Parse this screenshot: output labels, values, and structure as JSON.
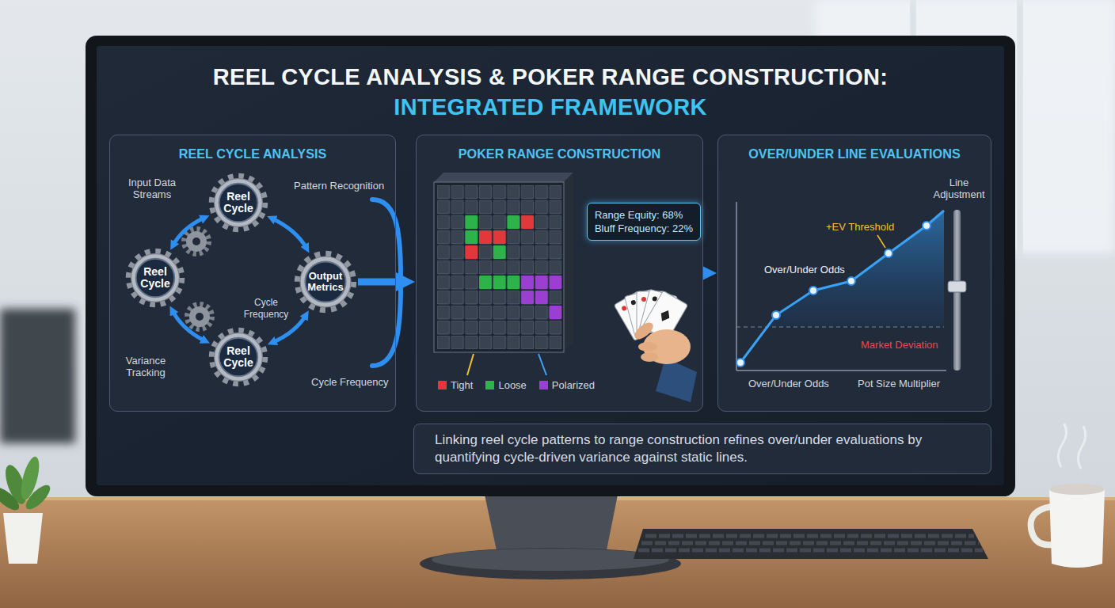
{
  "diagram": {
    "title": "REEL CYCLE ANALYSIS & POKER RANGE CONSTRUCTION: INTEGRATED FRAMEWORK",
    "caption": "Linking reel cycle patterns to range construction refines over/under evaluations by quantifying cycle-driven variance against static lines.",
    "nodes": [
      {
        "text": [
          "REEL CYCLE ANALYSIS"
        ]
      },
      {
        "text": [
          "Reel Cycle"
        ],
        "in": 0
      },
      {
        "text": [
          "Reel Cycle"
        ],
        "in": 0
      },
      {
        "text": [
          "Output Metrics"
        ],
        "in": 0
      },
      {
        "text": [
          "Reel Cycle"
        ],
        "in": 0
      },
      {
        "text": [
          "POKER RANGE CONSTRUCTION"
        ]
      },
      {
        "text": [
          "Range Equity: 68%",
          "Bluff Frequency: 22%"
        ],
        "in": 5
      },
      {
        "text": [
          "OVER/UNDER LINE EVALUATIONS"
        ]
      }
    ],
    "edges": [
      {
        "from": 1,
        "to": 3,
        "arrow": "both"
      },
      {
        "from": 3,
        "to": 4,
        "arrow": "both"
      },
      {
        "from": 4,
        "to": 2,
        "arrow": "both"
      },
      {
        "from": 2,
        "to": 1,
        "arrow": "both"
      },
      {
        "from": 3,
        "to": 5,
        "arrow": "to"
      },
      {
        "from": 5,
        "to": 7,
        "arrow": "to"
      }
    ],
    "labels": [
      "Input Data Streams",
      "Pattern Recognition",
      "Cycle Frequency",
      "Variance Tracking",
      "Cycle Frequency",
      "+EV Threshold",
      "Over/Under Odds",
      "Line Adjustment",
      "Market Deviation",
      "Over/Under Odds",
      "Pot Size Multiplier"
    ],
    "legend": [
      {
        "text": "Tight",
        "color": "#e0383b"
      },
      {
        "text": "Loose",
        "color": "#2db34a"
      },
      {
        "text": "Polarized",
        "color": "#9a3fd1"
      }
    ]
  }
}
